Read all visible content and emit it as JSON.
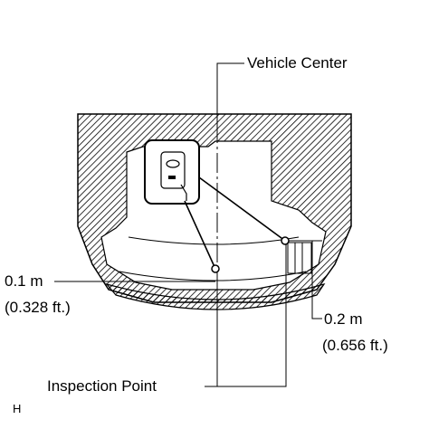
{
  "labels": {
    "vehicle_center": "Vehicle Center",
    "left_distance_m": "0.1 m",
    "left_distance_ft": "(0.328 ft.)",
    "right_distance_m": "0.2 m",
    "right_distance_ft": "(0.656 ft.)",
    "inspection_point": "Inspection Point",
    "code": "H"
  },
  "colors": {
    "ink": "#000000",
    "background": "#ffffff"
  }
}
